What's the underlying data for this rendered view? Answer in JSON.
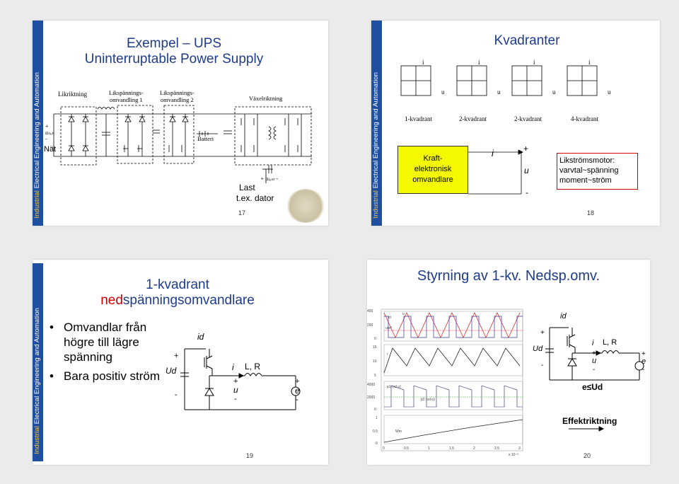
{
  "sidebar_text_gold": "Industrial",
  "sidebar_text_white": "Electrical Engineering and Automation",
  "slide17": {
    "title_line1": "Exempel – UPS",
    "title_line2": "Uninterruptable Power Supply",
    "stage_likriktning": "Likriktning",
    "stage_lik1": "Likspännings-\nomvandling 1",
    "stage_lik2": "Likspännings-\nomvandling 2",
    "stage_vaxel": "Växelriktning",
    "batteri": "Batteri",
    "nat": "Nät",
    "u_nat_plus": "+",
    "u_nat": "uₙₐₜ",
    "u_nat_minus": "-",
    "u_last": "+ uₗₐₛₜ -",
    "last": "Last",
    "dator": "t.ex. dator",
    "page": "17"
  },
  "slide18": {
    "title": "Kvadranter",
    "axis_i": "i",
    "axis_u": "u",
    "quadrant_labels": [
      "1-kvadrant",
      "2-kvadrant",
      "2-kvadrant",
      "4-kvadrant"
    ],
    "box_label": "Kraft-\nelektronisk\nomvandlare",
    "i_label": "i",
    "plus": "+",
    "u_label": "u",
    "minus": "-",
    "motor_label": "Likströmsmotor:\nvarvtal~spänning\nmoment~ström",
    "page": "18"
  },
  "slide19": {
    "title_line1": "1-kvadrant",
    "title_red": "ned",
    "title_rest": "spänningsomvandlare",
    "bullet1": "Omvandlar från högre till lägre spänning",
    "bullet2": "Bara positiv ström",
    "ud": "Ud",
    "plus": "+",
    "minus": "-",
    "id": "id",
    "i": "i",
    "lr": "L, R",
    "u": "u",
    "e": "e",
    "page": "19"
  },
  "slide20": {
    "title": "Styrning av 1-kv. Nedsp.omv.",
    "ud": "Ud",
    "plus": "+",
    "minus": "-",
    "id": "id",
    "i": "i",
    "lr": "L, R",
    "u": "u",
    "e": "e",
    "condition": "e≤Ud",
    "effekt": "Effektriktning",
    "plot_labels": [
      "tri",
      "u",
      "uref",
      "i",
      "p1 (vd u)",
      "p2 (vd o)",
      "Wm"
    ],
    "xscale": "x 10⁻³",
    "xticks": [
      "0",
      "0.5",
      "1",
      "1.5",
      "2",
      "2.5",
      "3"
    ],
    "y1_ticks": [
      "400",
      "200",
      "0"
    ],
    "y2_ticks": [
      "15",
      "10",
      "5"
    ],
    "y3_ticks": [
      "4000",
      "2000",
      "0"
    ],
    "y4_ticks": [
      "1",
      "0.5",
      "0"
    ],
    "page": "20"
  }
}
